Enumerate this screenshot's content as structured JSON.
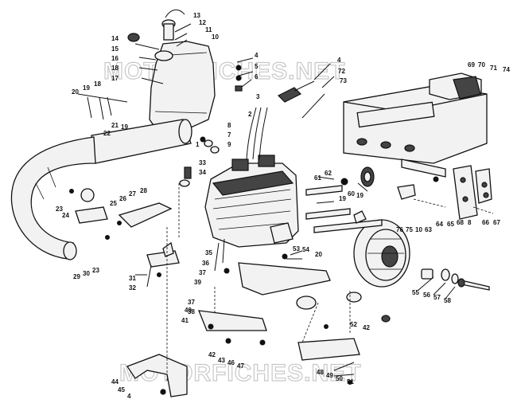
{
  "watermarks": [
    "MOTORFICHES.NET",
    "MOTORFICHES.NET"
  ],
  "callouts": [
    {
      "id": "c1",
      "t": "13"
    },
    {
      "id": "c2",
      "t": "12"
    },
    {
      "id": "c3",
      "t": "11"
    },
    {
      "id": "c4",
      "t": "10"
    },
    {
      "id": "c5",
      "t": "14"
    },
    {
      "id": "c6",
      "t": "15"
    },
    {
      "id": "c7",
      "t": "16"
    },
    {
      "id": "c8",
      "t": "18"
    },
    {
      "id": "c9",
      "t": "17"
    },
    {
      "id": "c10",
      "t": "4"
    },
    {
      "id": "c11",
      "t": "5"
    },
    {
      "id": "c12",
      "t": "6"
    },
    {
      "id": "c13",
      "t": "20"
    },
    {
      "id": "c14",
      "t": "19"
    },
    {
      "id": "c15",
      "t": "18"
    },
    {
      "id": "c16",
      "t": "21"
    },
    {
      "id": "c17",
      "t": "19"
    },
    {
      "id": "c18",
      "t": "22"
    },
    {
      "id": "c19",
      "t": "3"
    },
    {
      "id": "c20",
      "t": "2"
    },
    {
      "id": "c21",
      "t": "8"
    },
    {
      "id": "c22",
      "t": "7"
    },
    {
      "id": "c23",
      "t": "9"
    },
    {
      "id": "c24",
      "t": "1"
    },
    {
      "id": "c25",
      "t": "33"
    },
    {
      "id": "c26",
      "t": "34"
    },
    {
      "id": "c27",
      "t": "23"
    },
    {
      "id": "c28",
      "t": "24"
    },
    {
      "id": "c29",
      "t": "25"
    },
    {
      "id": "c30",
      "t": "26"
    },
    {
      "id": "c31",
      "t": "27"
    },
    {
      "id": "c32",
      "t": "28"
    },
    {
      "id": "c33",
      "t": "29"
    },
    {
      "id": "c34",
      "t": "30"
    },
    {
      "id": "c35",
      "t": "23"
    },
    {
      "id": "c36",
      "t": "31"
    },
    {
      "id": "c37",
      "t": "32"
    },
    {
      "id": "c38",
      "t": "35"
    },
    {
      "id": "c39",
      "t": "36"
    },
    {
      "id": "c40",
      "t": "37"
    },
    {
      "id": "c41",
      "t": "39"
    },
    {
      "id": "c42",
      "t": "37"
    },
    {
      "id": "c43",
      "t": "38"
    },
    {
      "id": "c44",
      "t": "40"
    },
    {
      "id": "c45",
      "t": "41"
    },
    {
      "id": "c46",
      "t": "42"
    },
    {
      "id": "c47",
      "t": "43"
    },
    {
      "id": "c48",
      "t": "46"
    },
    {
      "id": "c49",
      "t": "47"
    },
    {
      "id": "c50",
      "t": "44"
    },
    {
      "id": "c51",
      "t": "45"
    },
    {
      "id": "c52",
      "t": "4"
    },
    {
      "id": "c53",
      "t": "53"
    },
    {
      "id": "c54",
      "t": "54"
    },
    {
      "id": "c55",
      "t": "20"
    },
    {
      "id": "c56",
      "t": "4"
    },
    {
      "id": "c57",
      "t": "72"
    },
    {
      "id": "c58",
      "t": "73"
    },
    {
      "id": "c59",
      "t": "69"
    },
    {
      "id": "c60",
      "t": "70"
    },
    {
      "id": "c61",
      "t": "71"
    },
    {
      "id": "c62",
      "t": "74"
    },
    {
      "id": "c63",
      "t": "61"
    },
    {
      "id": "c64",
      "t": "62"
    },
    {
      "id": "c65",
      "t": "60"
    },
    {
      "id": "c66",
      "t": "19"
    },
    {
      "id": "c67",
      "t": "19"
    },
    {
      "id": "c68",
      "t": "76"
    },
    {
      "id": "c69",
      "t": "75"
    },
    {
      "id": "c70",
      "t": "10"
    },
    {
      "id": "c71",
      "t": "63"
    },
    {
      "id": "c72",
      "t": "64"
    },
    {
      "id": "c73",
      "t": "65"
    },
    {
      "id": "c74",
      "t": "68"
    },
    {
      "id": "c75",
      "t": "8"
    },
    {
      "id": "c76",
      "t": "66"
    },
    {
      "id": "c77",
      "t": "67"
    },
    {
      "id": "c78",
      "t": "55"
    },
    {
      "id": "c79",
      "t": "56"
    },
    {
      "id": "c80",
      "t": "57"
    },
    {
      "id": "c81",
      "t": "58"
    },
    {
      "id": "c82",
      "t": "52"
    },
    {
      "id": "c83",
      "t": "42"
    },
    {
      "id": "c84",
      "t": "48"
    },
    {
      "id": "c85",
      "t": "49"
    },
    {
      "id": "c86",
      "t": "50"
    },
    {
      "id": "c87",
      "t": "51"
    }
  ]
}
